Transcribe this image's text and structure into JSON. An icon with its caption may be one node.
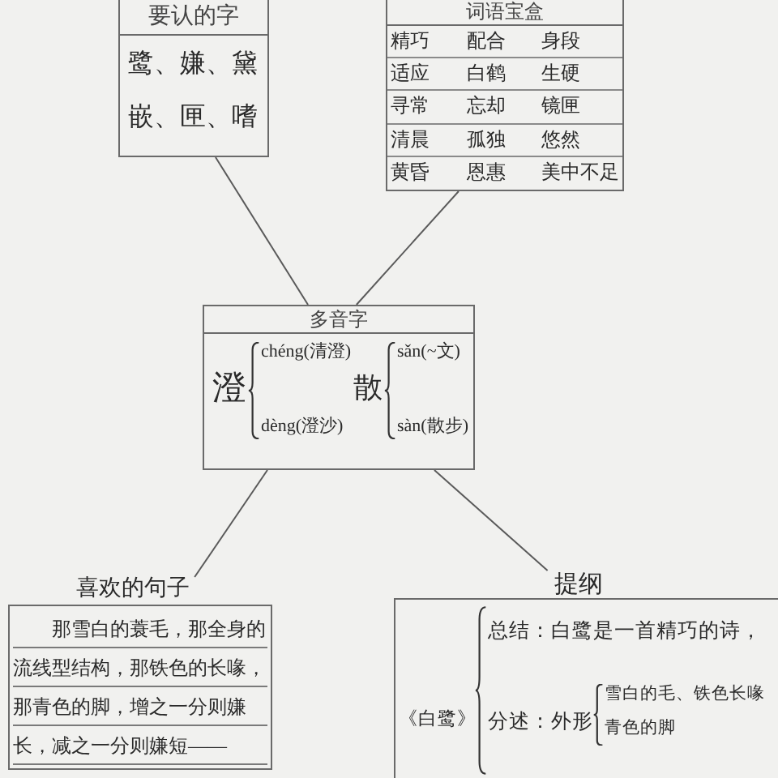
{
  "diagram": {
    "nodes": [
      {
        "text": [
          "要认的字",
          "鹭、嫌、黛",
          "嵌、匣、嗜"
        ]
      },
      {
        "text": [
          "词语宝盒",
          "精巧",
          "配合",
          "身段",
          "适应",
          "白鹤",
          "生硬",
          "寻常",
          "忘却",
          "镜匣",
          "清晨",
          "孤独",
          "悠然",
          "黄昏",
          "恩惠",
          "美中不足"
        ]
      },
      {
        "text": [
          "多音字",
          "澄",
          "chéng(清澄)",
          "dèng(澄沙)",
          "散",
          "sǎn(~文)",
          "sàn(散步)"
        ]
      },
      {
        "text": [
          "喜欢的句子",
          "那雪白的蓑毛，那全身的流线型结构，那铁色的长喙，那青色的脚，增之一分则嫌长，减之一分则嫌短——"
        ]
      },
      {
        "text": [
          "提纲",
          "《白鹭》",
          "总结：白鹭是一首精巧的诗，",
          "分述：外形",
          "雪白的毛、铁色长喙",
          "青色的脚"
        ]
      }
    ],
    "edges": [
      {
        "from": 2,
        "to": 0,
        "arrow": "none"
      },
      {
        "from": 2,
        "to": 1,
        "arrow": "none"
      },
      {
        "from": 2,
        "to": 3,
        "arrow": "none"
      },
      {
        "from": 2,
        "to": 4,
        "arrow": "none"
      }
    ]
  }
}
